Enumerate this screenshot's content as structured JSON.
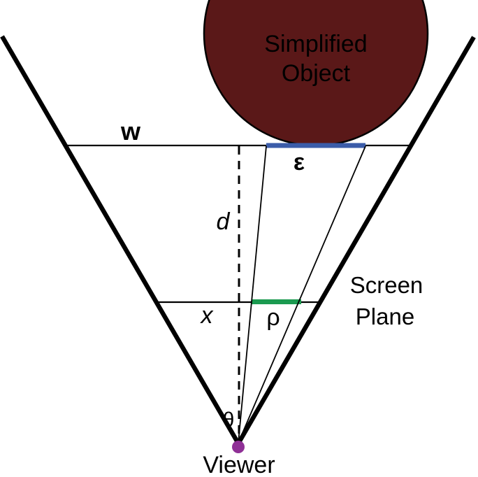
{
  "diagram": {
    "object": {
      "line1": "Simplified",
      "line2": "Object"
    },
    "screen_plane": {
      "line1": "Screen",
      "line2": "Plane"
    },
    "viewer_label": "Viewer",
    "measure_labels": {
      "width": "w",
      "epsilon": "ε",
      "distance": "d",
      "x": "x",
      "rho": "ρ",
      "theta": "θ"
    },
    "colors": {
      "background": "#ffffff",
      "object_fill": "#5a1818",
      "object_text": "#faf6f0",
      "epsilon_bar": "#3b5ca9",
      "rho_bar": "#1b9a50",
      "viewer_dot": "#8f3096",
      "line": "#000000"
    }
  }
}
